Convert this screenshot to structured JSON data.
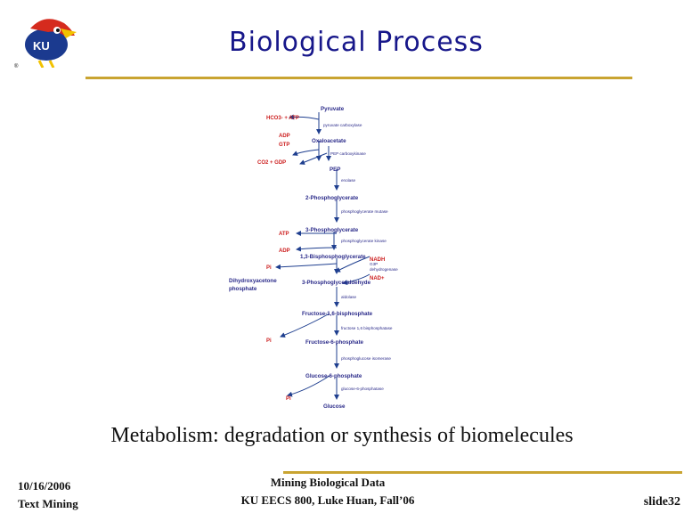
{
  "slide": {
    "title": "Biological Process",
    "caption": "Metabolism: degradation or synthesis of biomelecules"
  },
  "logo": {
    "text": "KU"
  },
  "footer": {
    "date": "10/16/2006",
    "topic": "Text Mining",
    "course_line1": "Mining Biological Data",
    "course_line2": "KU EECS 800, Luke Huan, Fall’06",
    "slide_number": "slide32"
  },
  "pathway": {
    "metabolites": [
      "Pyruvate",
      "Oxaloacetate",
      "PEP",
      "2-Phosphoglycerate",
      "3-Phosphoglycerate",
      "1,3-Bisphosphoglycerate",
      "3-Phosphoglyceraldehyde",
      "Dihydroxyacetone",
      "phosphate",
      "Fructose-1,6-bisphosphate",
      "Fructose-6-phosphate",
      "Glucose-6-phosphate",
      "Glucose"
    ],
    "enzymes": [
      "pyruvate carboxylase",
      "PEP carboxykinase",
      "enolase",
      "phosphoglycerate mutase",
      "phosphoglycerate kinase",
      "G3P",
      "dehydrogenase",
      "aldolase",
      "fructose 1,6 bisphosphatase",
      "phosphoglucose isomerase",
      "glucose-6-phosphatase"
    ],
    "side": [
      "HCO3- + ATP",
      "ADP",
      "GTP",
      "CO2 + GDP",
      "ATP",
      "ADP",
      "NADH",
      "Pi",
      "NAD+",
      "Pi",
      "Pi"
    ]
  },
  "colors": {
    "title": "#17178a",
    "rule": "#c9a431",
    "metabolite": "#2b2b8a",
    "cofactor": "#cc1d1d"
  }
}
